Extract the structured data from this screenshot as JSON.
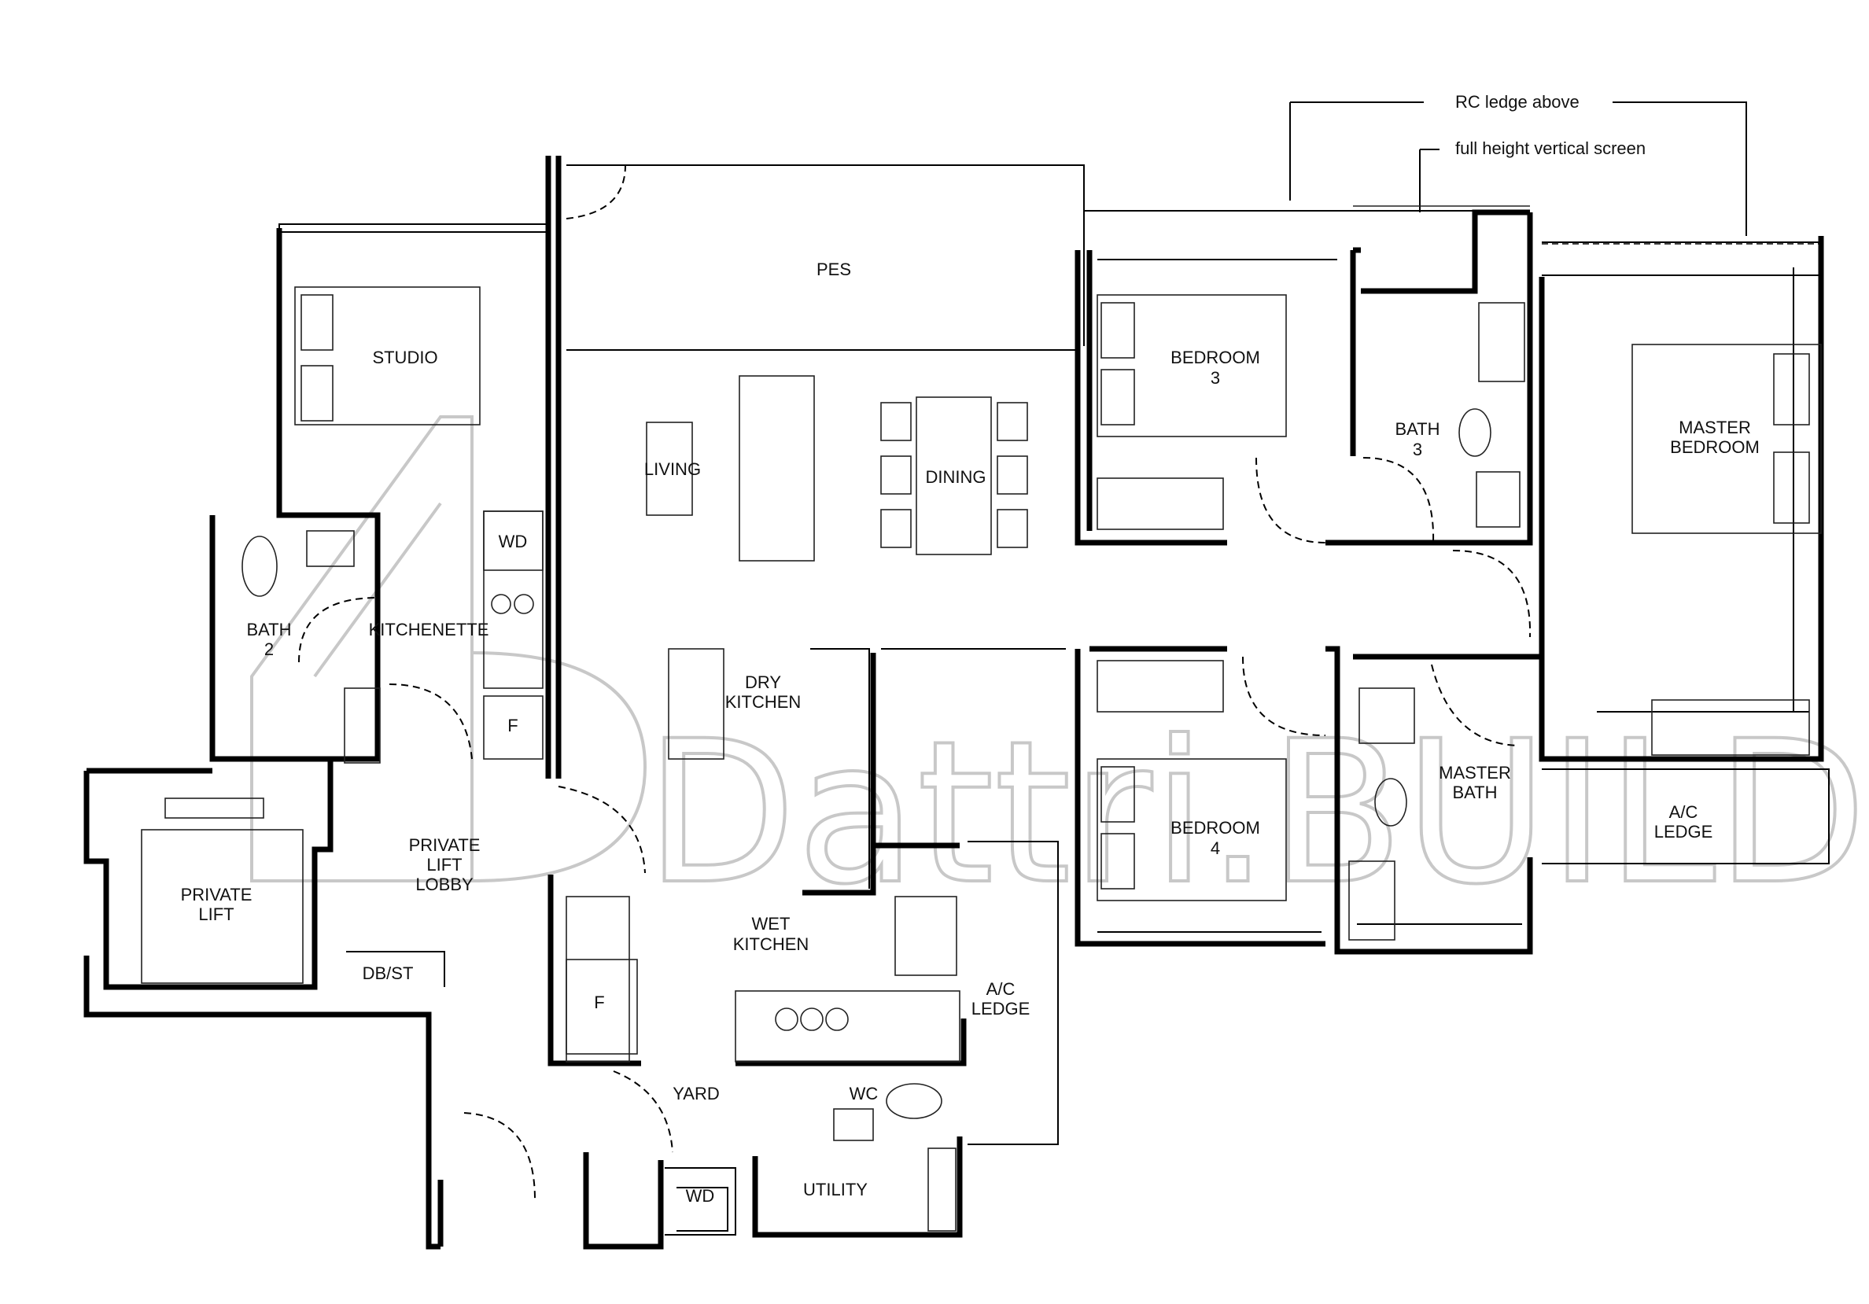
{
  "watermark": {
    "logo_text": "Dattri.BUILD"
  },
  "annotations": {
    "rc_ledge": "RC ledge above",
    "vertical_screen": "full height vertical screen"
  },
  "rooms": {
    "pes": "PES",
    "studio": "STUDIO",
    "living": "LIVING",
    "dining": "DINING",
    "bedroom3": [
      "BEDROOM",
      "3"
    ],
    "bath3": [
      "BATH",
      "3"
    ],
    "master_bedroom": [
      "MASTER",
      "BEDROOM"
    ],
    "bath2": [
      "BATH",
      "2"
    ],
    "kitchenette": "KITCHENETTE",
    "dry_kitchen": [
      "DRY",
      "KITCHEN"
    ],
    "bedroom4": [
      "BEDROOM",
      "4"
    ],
    "master_bath": [
      "MASTER",
      "BATH"
    ],
    "ac_ledge_right": [
      "A/C",
      "LEDGE"
    ],
    "private_lift": [
      "PRIVATE",
      "LIFT"
    ],
    "private_lift_lobby": [
      "PRIVATE",
      "LIFT",
      "LOBBY"
    ],
    "db_st": "DB/ST",
    "wet_kitchen": [
      "WET",
      "KITCHEN"
    ],
    "ac_ledge_mid": [
      "A/C",
      "LEDGE"
    ],
    "yard": "YARD",
    "wc": "WC",
    "utility": "UTILITY"
  },
  "fixtures": {
    "wd_kitchenette": "WD",
    "f_kitchenette": "F",
    "f_wet_kitchen": "F",
    "wd_yard": "WD"
  }
}
